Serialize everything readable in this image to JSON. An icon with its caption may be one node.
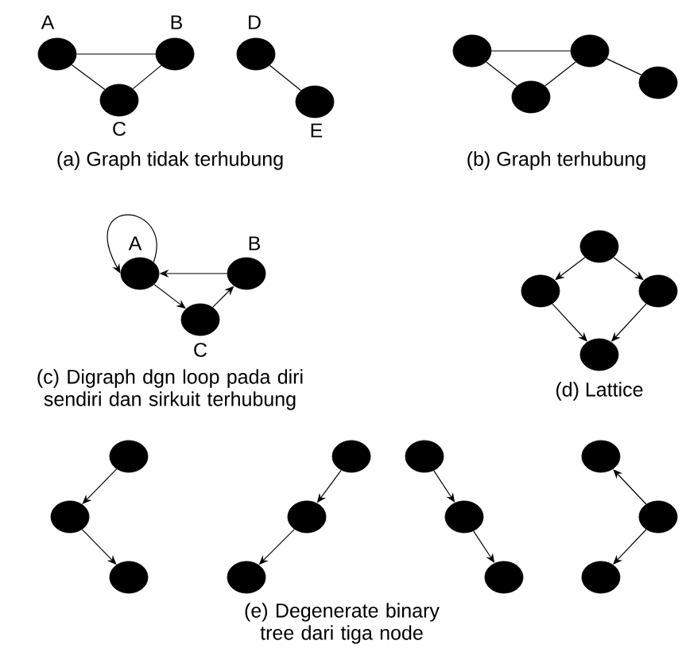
{
  "diagram": {
    "nodes": [
      {
        "text": [],
        "shape": "circle",
        "beside": [
          "A"
        ]
      },
      {
        "text": [],
        "shape": "circle",
        "beside": [
          "B"
        ]
      },
      {
        "text": [],
        "shape": "circle",
        "beside": [
          "C"
        ]
      },
      {
        "text": [],
        "shape": "circle",
        "beside": [
          "D"
        ]
      },
      {
        "text": [],
        "shape": "circle",
        "beside": [
          "E"
        ]
      },
      {
        "text": [],
        "shape": "circle"
      },
      {
        "text": [],
        "shape": "circle"
      },
      {
        "text": [],
        "shape": "circle"
      },
      {
        "text": [],
        "shape": "circle"
      },
      {
        "text": [],
        "shape": "circle",
        "beside": [
          "A"
        ]
      },
      {
        "text": [],
        "shape": "circle",
        "beside": [
          "B"
        ]
      },
      {
        "text": [],
        "shape": "circle",
        "beside": [
          "C"
        ]
      },
      {
        "text": [],
        "shape": "circle"
      },
      {
        "text": [],
        "shape": "circle"
      },
      {
        "text": [],
        "shape": "circle"
      },
      {
        "text": [],
        "shape": "circle"
      },
      {
        "text": [],
        "shape": "circle"
      },
      {
        "text": [],
        "shape": "circle"
      },
      {
        "text": [],
        "shape": "circle"
      },
      {
        "text": [],
        "shape": "circle"
      },
      {
        "text": [],
        "shape": "circle"
      },
      {
        "text": [],
        "shape": "circle"
      },
      {
        "text": [],
        "shape": "circle"
      },
      {
        "text": [],
        "shape": "circle"
      },
      {
        "text": [],
        "shape": "circle"
      },
      {
        "text": [],
        "shape": "circle"
      },
      {
        "text": [],
        "shape": "circle"
      },
      {
        "text": [],
        "shape": "circle"
      }
    ],
    "edges": [
      {
        "from": 0,
        "to": 1,
        "arrow": "none"
      },
      {
        "from": 0,
        "to": 2,
        "arrow": "none"
      },
      {
        "from": 1,
        "to": 2,
        "arrow": "none"
      },
      {
        "from": 3,
        "to": 4,
        "arrow": "none"
      },
      {
        "from": 5,
        "to": 7,
        "arrow": "none"
      },
      {
        "from": 5,
        "to": 6,
        "arrow": "none"
      },
      {
        "from": 6,
        "to": 7,
        "arrow": "none"
      },
      {
        "from": 7,
        "to": 8,
        "arrow": "none"
      },
      {
        "from": 9,
        "to": 9,
        "arrow": "to"
      },
      {
        "from": 10,
        "to": 9,
        "arrow": "to"
      },
      {
        "from": 9,
        "to": 11,
        "arrow": "to"
      },
      {
        "from": 11,
        "to": 10,
        "arrow": "to"
      },
      {
        "from": 12,
        "to": 13,
        "arrow": "to"
      },
      {
        "from": 12,
        "to": 14,
        "arrow": "to"
      },
      {
        "from": 13,
        "to": 15,
        "arrow": "to"
      },
      {
        "from": 14,
        "to": 15,
        "arrow": "to"
      },
      {
        "from": 16,
        "to": 17,
        "arrow": "to"
      },
      {
        "from": 17,
        "to": 18,
        "arrow": "to"
      },
      {
        "from": 19,
        "to": 20,
        "arrow": "to"
      },
      {
        "from": 20,
        "to": 21,
        "arrow": "to"
      },
      {
        "from": 22,
        "to": 23,
        "arrow": "to"
      },
      {
        "from": 23,
        "to": 24,
        "arrow": "to"
      },
      {
        "from": 26,
        "to": 25,
        "arrow": "to"
      },
      {
        "from": 26,
        "to": 27,
        "arrow": "to"
      }
    ],
    "labels": [
      "(a) Graph tidak terhubung",
      "(b) Graph terhubung",
      "(c) Digraph dgn loop pada diri sendiri dan sirkuit terhubung",
      "(d) Lattice",
      "(e) Degenerate binary tree dari tiga node"
    ]
  }
}
